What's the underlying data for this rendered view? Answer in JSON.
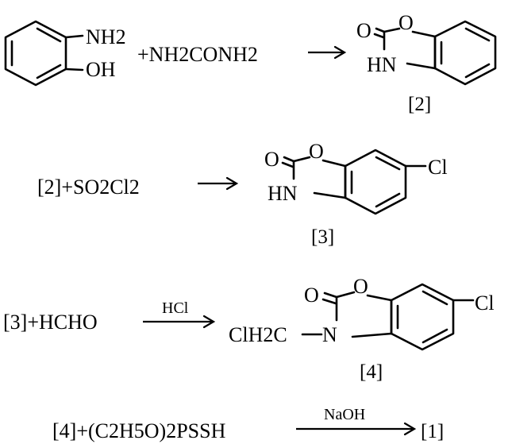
{
  "reactions": [
    {
      "reactants": [
        "NH2",
        "OH",
        "+NH2CONH2"
      ],
      "product_atoms": [
        "O",
        "O",
        "HN"
      ],
      "product_label": "[2]"
    },
    {
      "reactants": [
        "[2]+SO2Cl2"
      ],
      "product_atoms": [
        "O",
        "O",
        "HN",
        "Cl"
      ],
      "product_label": "[3]"
    },
    {
      "reactants": [
        "[3]+HCHO"
      ],
      "reagent": "HCl",
      "product_atoms": [
        "O",
        "O",
        "ClH2C",
        "N",
        "Cl"
      ],
      "product_label": "[4]"
    },
    {
      "reactants": [
        "[4]+(C2H5O)2PSSH"
      ],
      "reagent": "NaOH",
      "product_label": "[1]"
    }
  ]
}
